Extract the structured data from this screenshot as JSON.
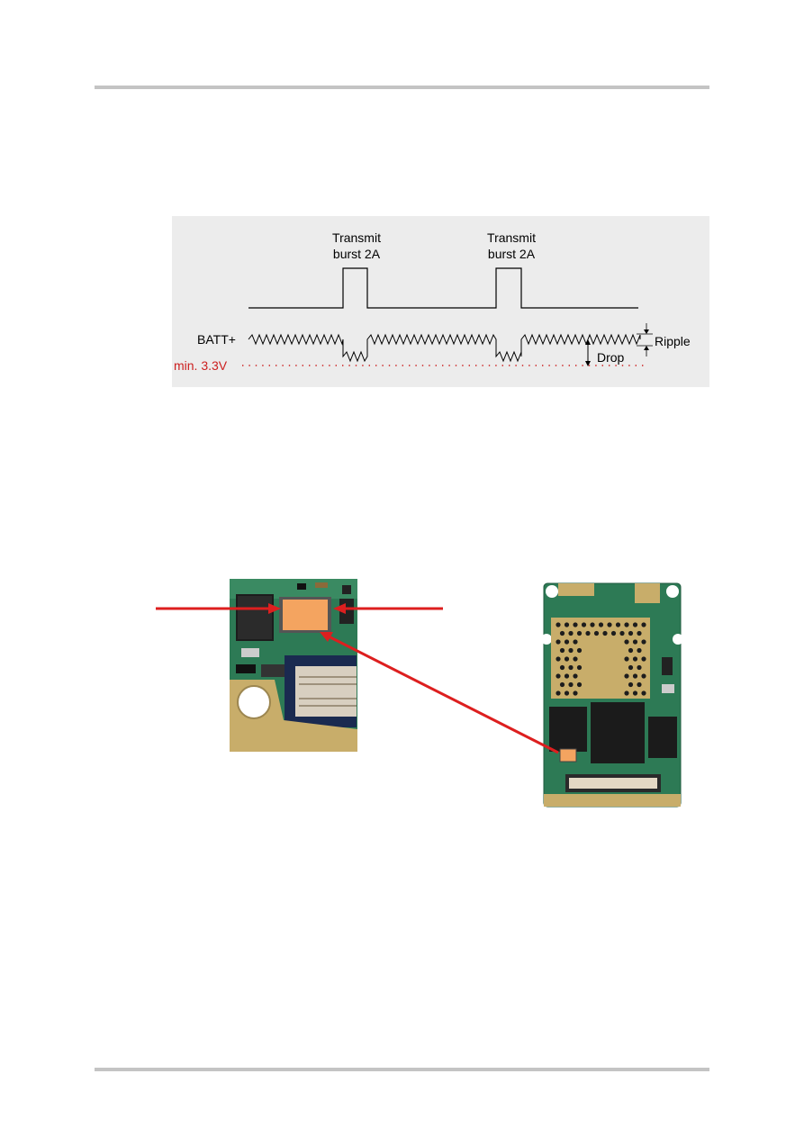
{
  "diagram": {
    "burst_label_1_line1": "Transmit",
    "burst_label_1_line2": "burst 2A",
    "burst_label_2_line1": "Transmit",
    "burst_label_2_line2": "burst 2A",
    "batt_label": "BATT+",
    "min_label": "min. 3.3V",
    "ripple_label": "Ripple",
    "drop_label": "Drop",
    "colors": {
      "background": "#ececec",
      "min_line": "#cc1f1f",
      "signal": "#000000"
    }
  },
  "photos": {
    "colors": {
      "arrow": "#dd1f1f",
      "highlight": "#f4a460",
      "pcb": "#2d7a55",
      "shield": "#c8ad6a"
    }
  }
}
